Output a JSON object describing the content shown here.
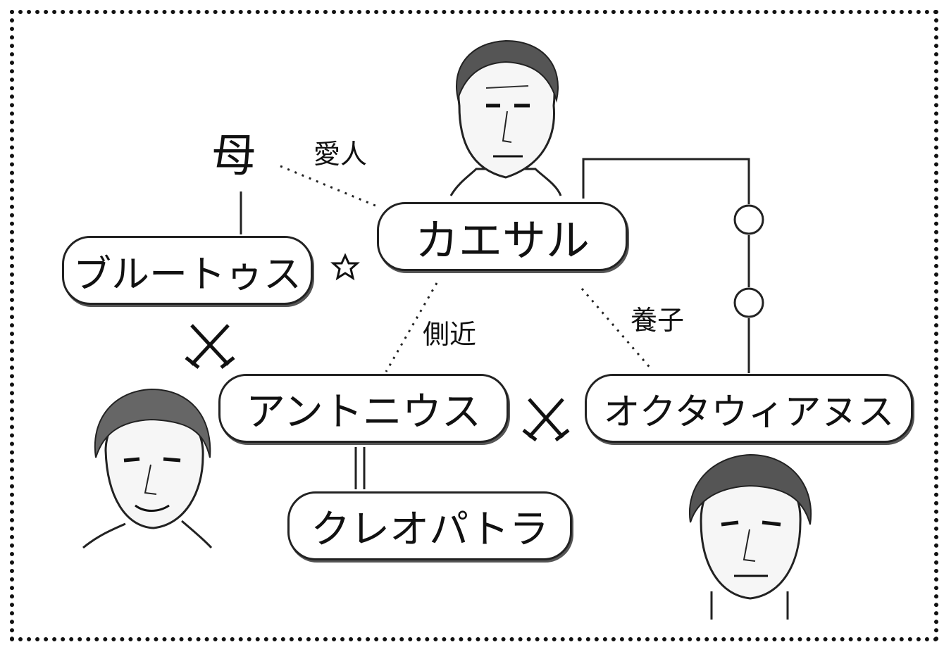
{
  "nodes": {
    "mother": "母",
    "caesar": "カエサル",
    "brutus": "ブルートゥス",
    "antonius": "アントニウス",
    "octavianus": "オクタウィアヌス",
    "cleopatra": "クレオパトラ"
  },
  "relations": {
    "lover": "愛人",
    "aide": "側近",
    "adopted": "養子"
  },
  "symbols": {
    "star": "✩",
    "swords": "⚔",
    "marriage": "||"
  },
  "icons": [
    "caesar-portrait-icon",
    "antonius-portrait-icon",
    "octavianus-portrait-icon",
    "crossed-swords-icon",
    "star-icon"
  ]
}
